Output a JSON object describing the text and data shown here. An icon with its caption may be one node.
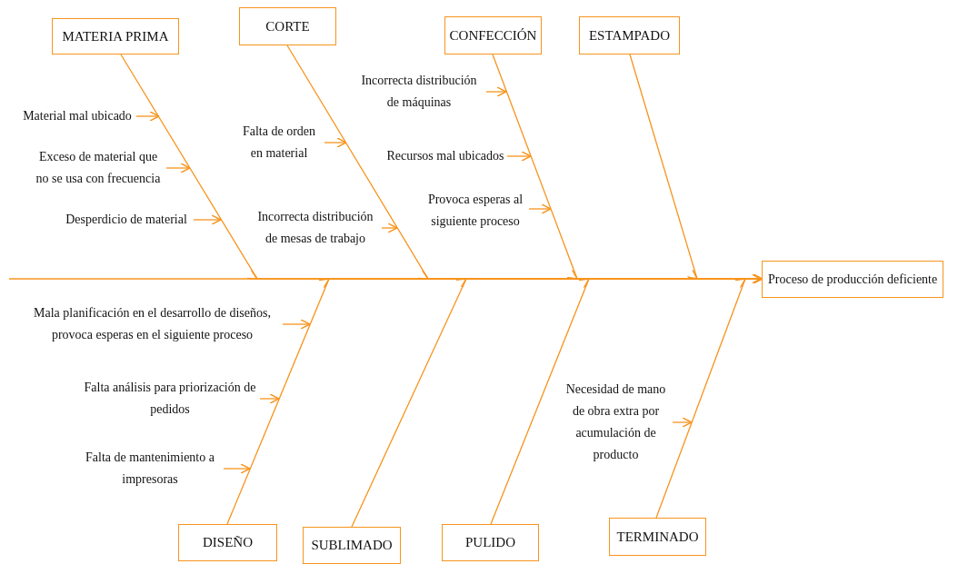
{
  "diagram": {
    "nodes": [
      {
        "text": [
          "MATERIA PRIMA"
        ]
      },
      {
        "text": [
          "CORTE"
        ]
      },
      {
        "text": [
          "CONFECCIÓN"
        ]
      },
      {
        "text": [
          "ESTAMPADO"
        ]
      },
      {
        "text": [
          "Material mal ubicado"
        ]
      },
      {
        "text": [
          "Exceso de material que no se usa con frecuencia"
        ]
      },
      {
        "text": [
          "Desperdicio de material"
        ]
      },
      {
        "text": [
          "Falta de orden en material"
        ]
      },
      {
        "text": [
          "Incorrecta distribución de mesas de trabajo"
        ]
      },
      {
        "text": [
          "Incorrecta distribución de máquinas"
        ]
      },
      {
        "text": [
          "Recursos mal ubicados"
        ]
      },
      {
        "text": [
          "Provoca esperas al siguiente proceso"
        ]
      },
      {
        "text": [
          "Proceso de producción deficiente"
        ]
      },
      {
        "text": [
          "Mala planificación en el desarrollo de diseños, provoca esperas en el siguiente proceso"
        ]
      },
      {
        "text": [
          "Falta análisis para priorización de pedidos"
        ]
      },
      {
        "text": [
          "Falta de mantenimiento a impresoras"
        ]
      },
      {
        "text": [
          "Necesidad de mano de obra extra por acumulación de producto"
        ]
      },
      {
        "text": [
          "DISEÑO"
        ]
      },
      {
        "text": [
          "SUBLIMADO"
        ]
      },
      {
        "text": [
          "PULIDO"
        ]
      },
      {
        "text": [
          "TERMINADO"
        ]
      }
    ],
    "edges": [
      {
        "from": null,
        "to": 12,
        "arrow": "to"
      },
      {
        "from": 0,
        "to": 12,
        "arrow": "to"
      },
      {
        "from": 1,
        "to": 12,
        "arrow": "to"
      },
      {
        "from": 2,
        "to": 12,
        "arrow": "to"
      },
      {
        "from": 3,
        "to": 12,
        "arrow": "to"
      },
      {
        "from": 17,
        "to": 12,
        "arrow": "to"
      },
      {
        "from": 18,
        "to": 12,
        "arrow": "to"
      },
      {
        "from": 19,
        "to": 12,
        "arrow": "to"
      },
      {
        "from": 20,
        "to": 12,
        "arrow": "to"
      },
      {
        "from": 4,
        "to": null,
        "arrow": "to"
      },
      {
        "from": 5,
        "to": null,
        "arrow": "to"
      },
      {
        "from": 6,
        "to": null,
        "arrow": "to"
      },
      {
        "from": 7,
        "to": null,
        "arrow": "to"
      },
      {
        "from": 8,
        "to": null,
        "arrow": "to"
      },
      {
        "from": 9,
        "to": null,
        "arrow": "to"
      },
      {
        "from": 10,
        "to": null,
        "arrow": "to"
      },
      {
        "from": 11,
        "to": null,
        "arrow": "to"
      },
      {
        "from": 13,
        "to": null,
        "arrow": "to"
      },
      {
        "from": 14,
        "to": null,
        "arrow": "to"
      },
      {
        "from": 15,
        "to": null,
        "arrow": "to"
      },
      {
        "from": 16,
        "to": null,
        "arrow": "to"
      }
    ]
  }
}
